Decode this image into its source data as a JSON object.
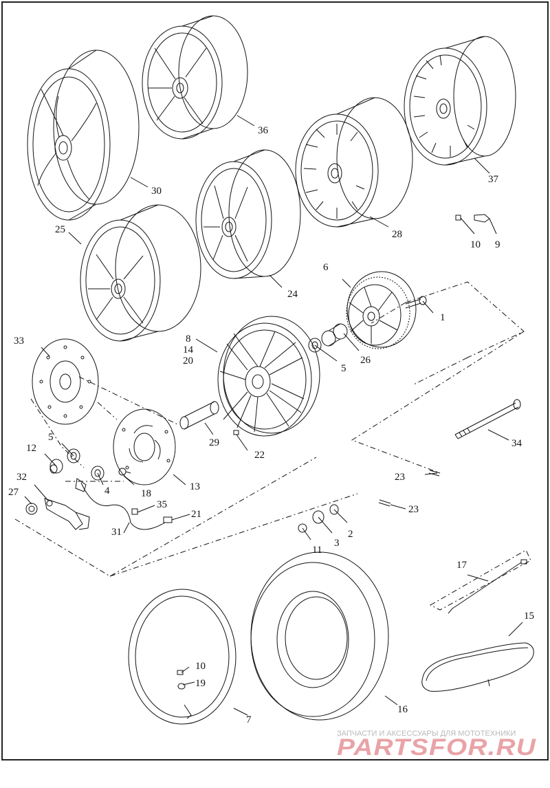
{
  "callouts": [
    {
      "id": "c1",
      "text": "1"
    },
    {
      "id": "c2",
      "text": "2"
    },
    {
      "id": "c3",
      "text": "3"
    },
    {
      "id": "c4",
      "text": "4"
    },
    {
      "id": "c5a",
      "text": "5"
    },
    {
      "id": "c5b",
      "text": "5"
    },
    {
      "id": "c6",
      "text": "6"
    },
    {
      "id": "c7",
      "text": "7"
    },
    {
      "id": "c8",
      "text": "8"
    },
    {
      "id": "c9",
      "text": "9"
    },
    {
      "id": "c10a",
      "text": "10"
    },
    {
      "id": "c10b",
      "text": "10"
    },
    {
      "id": "c11",
      "text": "11"
    },
    {
      "id": "c12",
      "text": "12"
    },
    {
      "id": "c13",
      "text": "13"
    },
    {
      "id": "c14",
      "text": "14"
    },
    {
      "id": "c15",
      "text": "15"
    },
    {
      "id": "c16",
      "text": "16"
    },
    {
      "id": "c17",
      "text": "17"
    },
    {
      "id": "c18",
      "text": "18"
    },
    {
      "id": "c19",
      "text": "19"
    },
    {
      "id": "c20",
      "text": "20"
    },
    {
      "id": "c21",
      "text": "21"
    },
    {
      "id": "c22",
      "text": "22"
    },
    {
      "id": "c23a",
      "text": "23"
    },
    {
      "id": "c23b",
      "text": "23"
    },
    {
      "id": "c24",
      "text": "24"
    },
    {
      "id": "c25",
      "text": "25"
    },
    {
      "id": "c26",
      "text": "26"
    },
    {
      "id": "c27",
      "text": "27"
    },
    {
      "id": "c28",
      "text": "28"
    },
    {
      "id": "c29",
      "text": "29"
    },
    {
      "id": "c30",
      "text": "30"
    },
    {
      "id": "c31",
      "text": "31"
    },
    {
      "id": "c32",
      "text": "32"
    },
    {
      "id": "c33",
      "text": "33"
    },
    {
      "id": "c34",
      "text": "34"
    },
    {
      "id": "c35",
      "text": "35"
    },
    {
      "id": "c36",
      "text": "36"
    },
    {
      "id": "c37",
      "text": "37"
    }
  ],
  "watermark": {
    "tagline": "ЗАПЧАСТИ И АКСЕССУАРЫ ДЛЯ МОТОТЕХНИКИ",
    "brand": "PARTSFOR.RU",
    "tagline_color": "#b9b9b9",
    "brand_color": "#e9a3a7"
  },
  "colors": {
    "line": "#111111",
    "background": "#ffffff",
    "frame": "#222222"
  }
}
